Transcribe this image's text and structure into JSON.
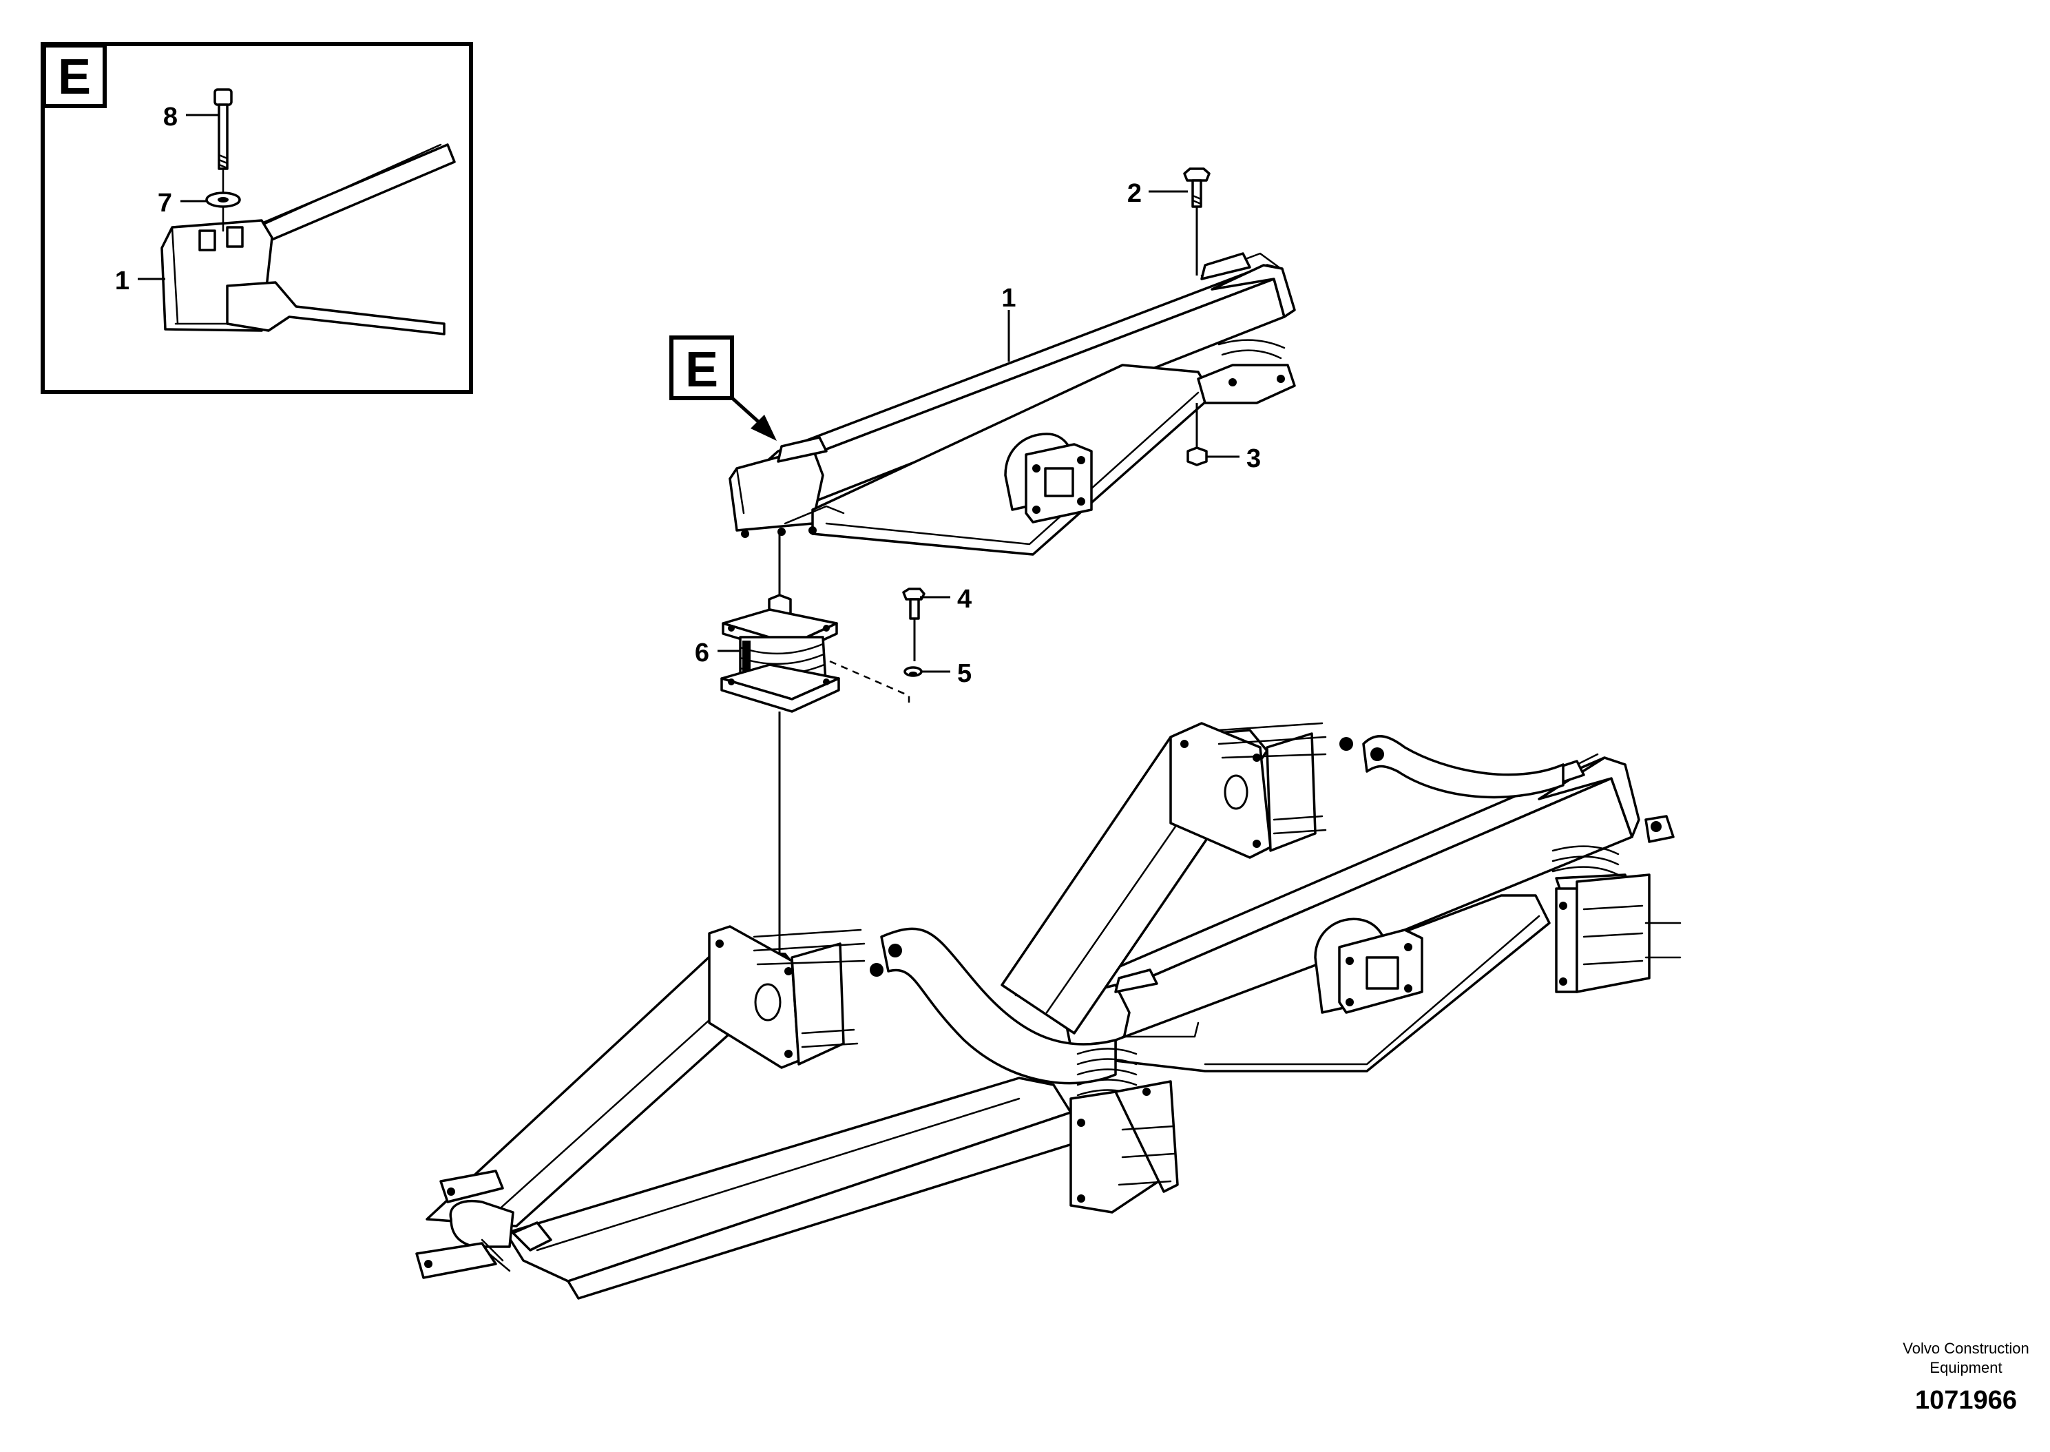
{
  "inset": {
    "view_letter": "E",
    "callouts": [
      {
        "id": "8",
        "label": "8"
      },
      {
        "id": "7",
        "label": "7"
      },
      {
        "id": "1",
        "label": "1"
      }
    ]
  },
  "main": {
    "view_marker": "E",
    "callouts": [
      {
        "id": "1",
        "label": "1"
      },
      {
        "id": "2",
        "label": "2"
      },
      {
        "id": "3",
        "label": "3"
      },
      {
        "id": "4",
        "label": "4"
      },
      {
        "id": "5",
        "label": "5"
      },
      {
        "id": "6",
        "label": "6"
      }
    ]
  },
  "footer": {
    "company_line1": "Volvo Construction",
    "company_line2": "Equipment",
    "drawing_number": "1071966"
  }
}
